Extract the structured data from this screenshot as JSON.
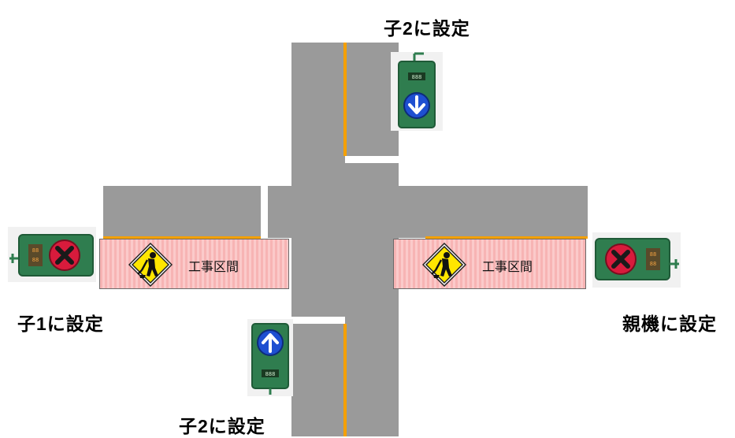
{
  "labels": {
    "top": "子2に設定",
    "left": "子1に設定",
    "right": "親機に設定",
    "bottom": "子2に設定"
  },
  "zones": {
    "left": "工事区間",
    "right": "工事区間"
  },
  "icons": {
    "signal_down": "green-signal-down-arrow-icon",
    "signal_up": "green-signal-up-arrow-icon",
    "signal_stop_left": "red-x-stop-signal-icon",
    "signal_stop_right": "red-x-stop-signal-icon",
    "work_sign": "road-work-diamond-sign-icon"
  },
  "colors": {
    "road": "#9a9a9a",
    "center_line": "#f5a000",
    "zone_fill": "#f7b4b4",
    "signal_body": "#2f7d4f",
    "go_arrow": "#1e4fd1",
    "stop_x": "#d81b3c",
    "sign_yellow": "#ffe600"
  }
}
